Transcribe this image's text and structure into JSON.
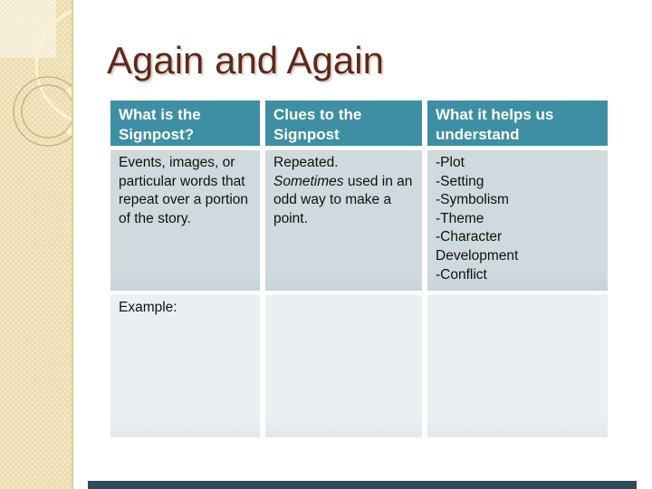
{
  "slide": {
    "title": "Again and Again"
  },
  "colors": {
    "title_text": "#5a2a1c",
    "header_bg": "#3e8fa3",
    "header_text": "#ffffff",
    "row_bg": "#cfdade",
    "row_alt_bg": "#eaeff2",
    "band_bg": "#ecdcae",
    "bottom_bar": "#2e4b5c"
  },
  "table": {
    "headers": [
      "What is the Signpost?",
      "Clues to the Signpost",
      "What it helps us understand"
    ],
    "row1": {
      "what": "Events, images, or particular words that repeat over a portion of the story.",
      "clues_line1": "Repeated.",
      "clues_italic": "Sometimes",
      "clues_rest": " used in an odd way to make a point.",
      "understand_items": [
        "-Plot",
        "-Setting",
        "-Symbolism",
        "-Theme",
        "-Character Development",
        "-Conflict"
      ]
    },
    "row2": {
      "what": "Example:",
      "clues": "",
      "understand": ""
    }
  }
}
